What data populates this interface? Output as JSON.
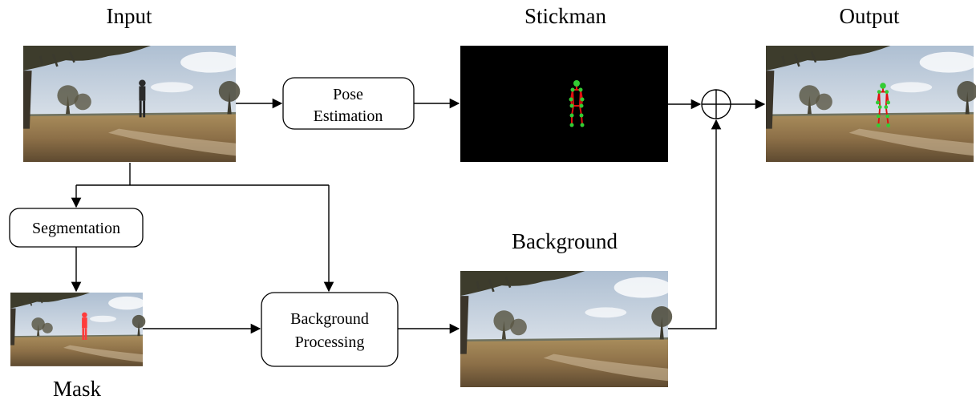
{
  "titles": {
    "input": "Input",
    "stickman": "Stickman",
    "output": "Output",
    "background": "Background",
    "mask": "Mask"
  },
  "boxes": {
    "pose_line1": "Pose",
    "pose_line2": "Estimation",
    "segmentation": "Segmentation",
    "bg_line1": "Background",
    "bg_line2": "Processing"
  },
  "colors": {
    "sky_top": "#b9c9d9",
    "sky_bottom": "#eef1f4",
    "ground_top": "#a58a5a",
    "ground_bottom": "#6e5536",
    "tree": "#3b3a2e",
    "person": "#2a2a2a",
    "mask_red": "#ff3b3b",
    "skeleton_red": "#e01010",
    "skeleton_green": "#33cc33",
    "stickman_bg": "#000000"
  }
}
